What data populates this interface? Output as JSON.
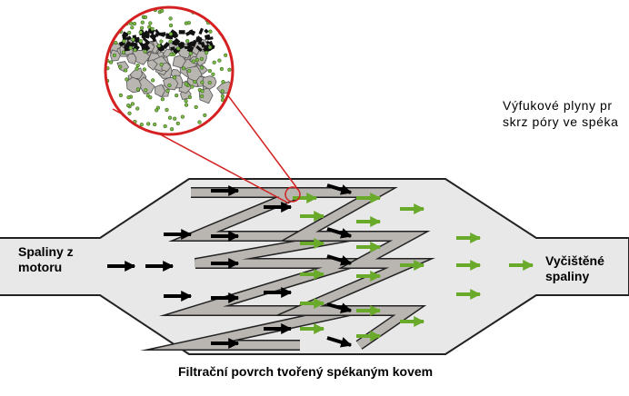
{
  "labels": {
    "inlet_line1": "Spaliny z",
    "inlet_line2": "motoru",
    "outlet_line1": "Vyčištěné",
    "outlet_line2": "spaliny",
    "caption": "Filtrační povrch tvořený spékaným kovem",
    "note_line1": "Výfukové plyny pr",
    "note_line2": "skrz póry ve spéka"
  },
  "colors": {
    "dirty_flow": "#000000",
    "clean_flow": "#6aaa2a",
    "filter_media": "#b9b6b1",
    "housing_fill": "#e8e8e8",
    "zoom_outline": "#d42020",
    "soot": "#111111",
    "particles": "#7ab648"
  },
  "icons": {
    "dirty_flow": "black-arrow-icon",
    "clean_flow": "green-arrow-icon"
  }
}
